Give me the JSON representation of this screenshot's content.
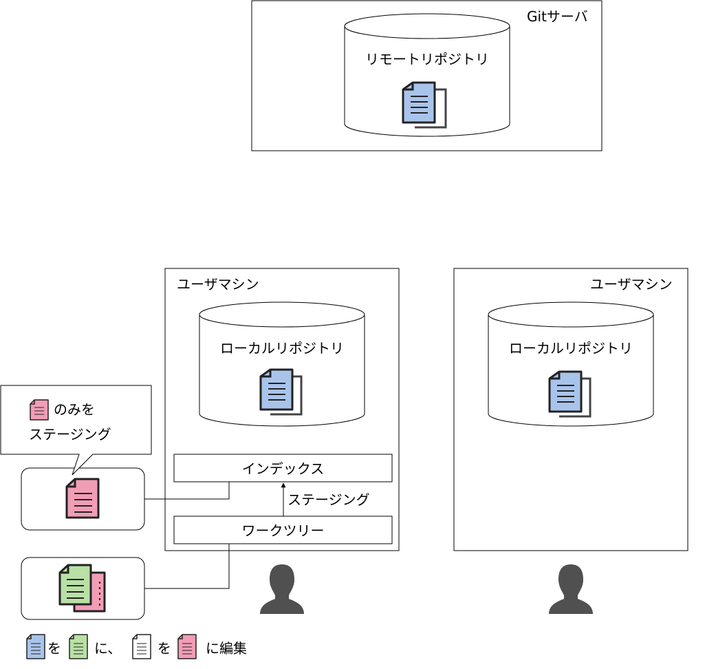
{
  "git_server": {
    "label": "Gitサーバ",
    "remote_repository_label": "リモートリポジトリ"
  },
  "user_machine_left": {
    "label": "ユーザマシン",
    "local_repository_label": "ローカルリポジトリ",
    "index_label": "インデックス",
    "staging_arrow_label": "ステージング",
    "worktree_label": "ワークツリー"
  },
  "user_machine_right": {
    "label": "ユーザマシン",
    "local_repository_label": "ローカルリポジトリ"
  },
  "callout": {
    "line1": "のみを",
    "line2": "ステージング"
  },
  "legend": {
    "text_wo_1": "を",
    "text_ni_1": "に、",
    "text_wo_2": "を",
    "text_ni_edit": "に編集"
  },
  "colors": {
    "blue_doc": "#a9c4eb",
    "green_doc": "#b9e0a5",
    "pink_doc": "#f19db5",
    "white_doc": "#ffffff",
    "person": "#505050"
  }
}
